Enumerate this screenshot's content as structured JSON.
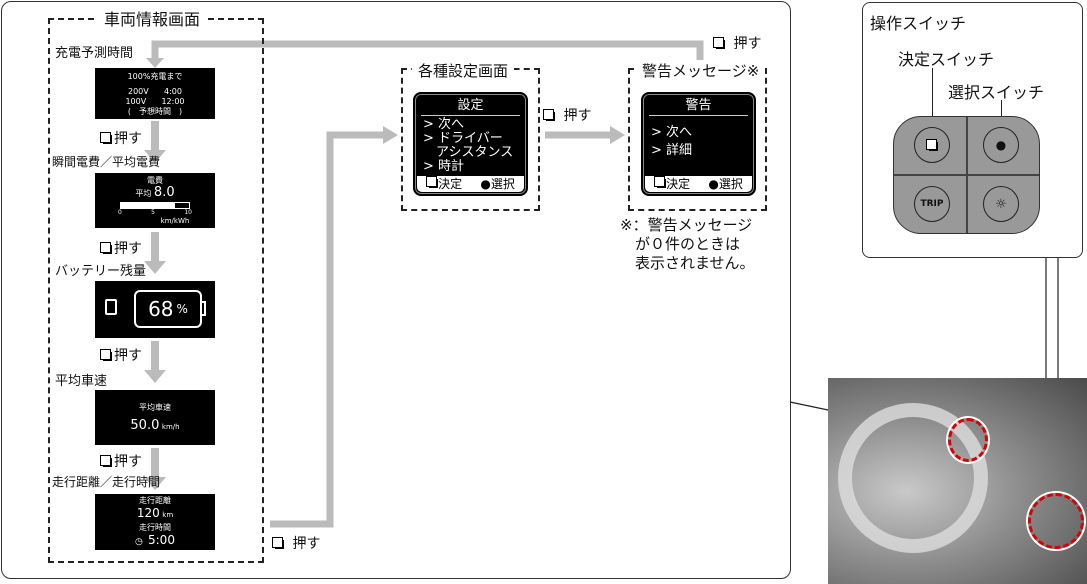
{
  "vehicle_info": {
    "title": "車両情報画面",
    "items": [
      {
        "label": "充電予測時間"
      },
      {
        "label": "瞬間電費／平均電費"
      },
      {
        "label": "バッテリー残量"
      },
      {
        "label": "平均車速"
      },
      {
        "label": "走行距離／走行時間"
      }
    ],
    "charge": {
      "title": "100%充電まで",
      "r1a": "200V",
      "r1b": "4:00",
      "r2a": "100V",
      "r2b": "12:00",
      "foot": "(　予想時間　)"
    },
    "efficiency": {
      "title": "電費",
      "avg_label": "平均",
      "avg_value": "8.0",
      "ticks": [
        "0",
        "5",
        "10"
      ],
      "unit": "km/kWh",
      "fill_fraction": 0.8
    },
    "battery": {
      "value": "68",
      "unit": "%"
    },
    "speed": {
      "title": "平均車速",
      "value": "50.0",
      "unit": "km/h"
    },
    "trip": {
      "dist_label": "走行距離",
      "dist_value": "120",
      "dist_unit": "km",
      "time_label": "走行時間",
      "time_value": "5:00"
    }
  },
  "push_label": "押す",
  "settings": {
    "title": "各種設定画面",
    "screen_title": "設定",
    "items": [
      "> 次へ",
      "> ドライバー",
      "　アシスタンス",
      "> 時計"
    ],
    "enter": "決定",
    "select": "選択"
  },
  "warning": {
    "title": "警告メッセージ※",
    "screen_title": "警告",
    "items": [
      "> 次へ",
      "> 詳細"
    ],
    "enter": "決定",
    "select": "選択"
  },
  "note": [
    "※：警告メッセージ",
    "　が０件のときは",
    "　表示されません。"
  ],
  "switch_panel": {
    "title": "操作スイッチ",
    "enter_switch": "決定スイッチ",
    "select_switch": "選択スイッチ",
    "trip": "TRIP"
  }
}
